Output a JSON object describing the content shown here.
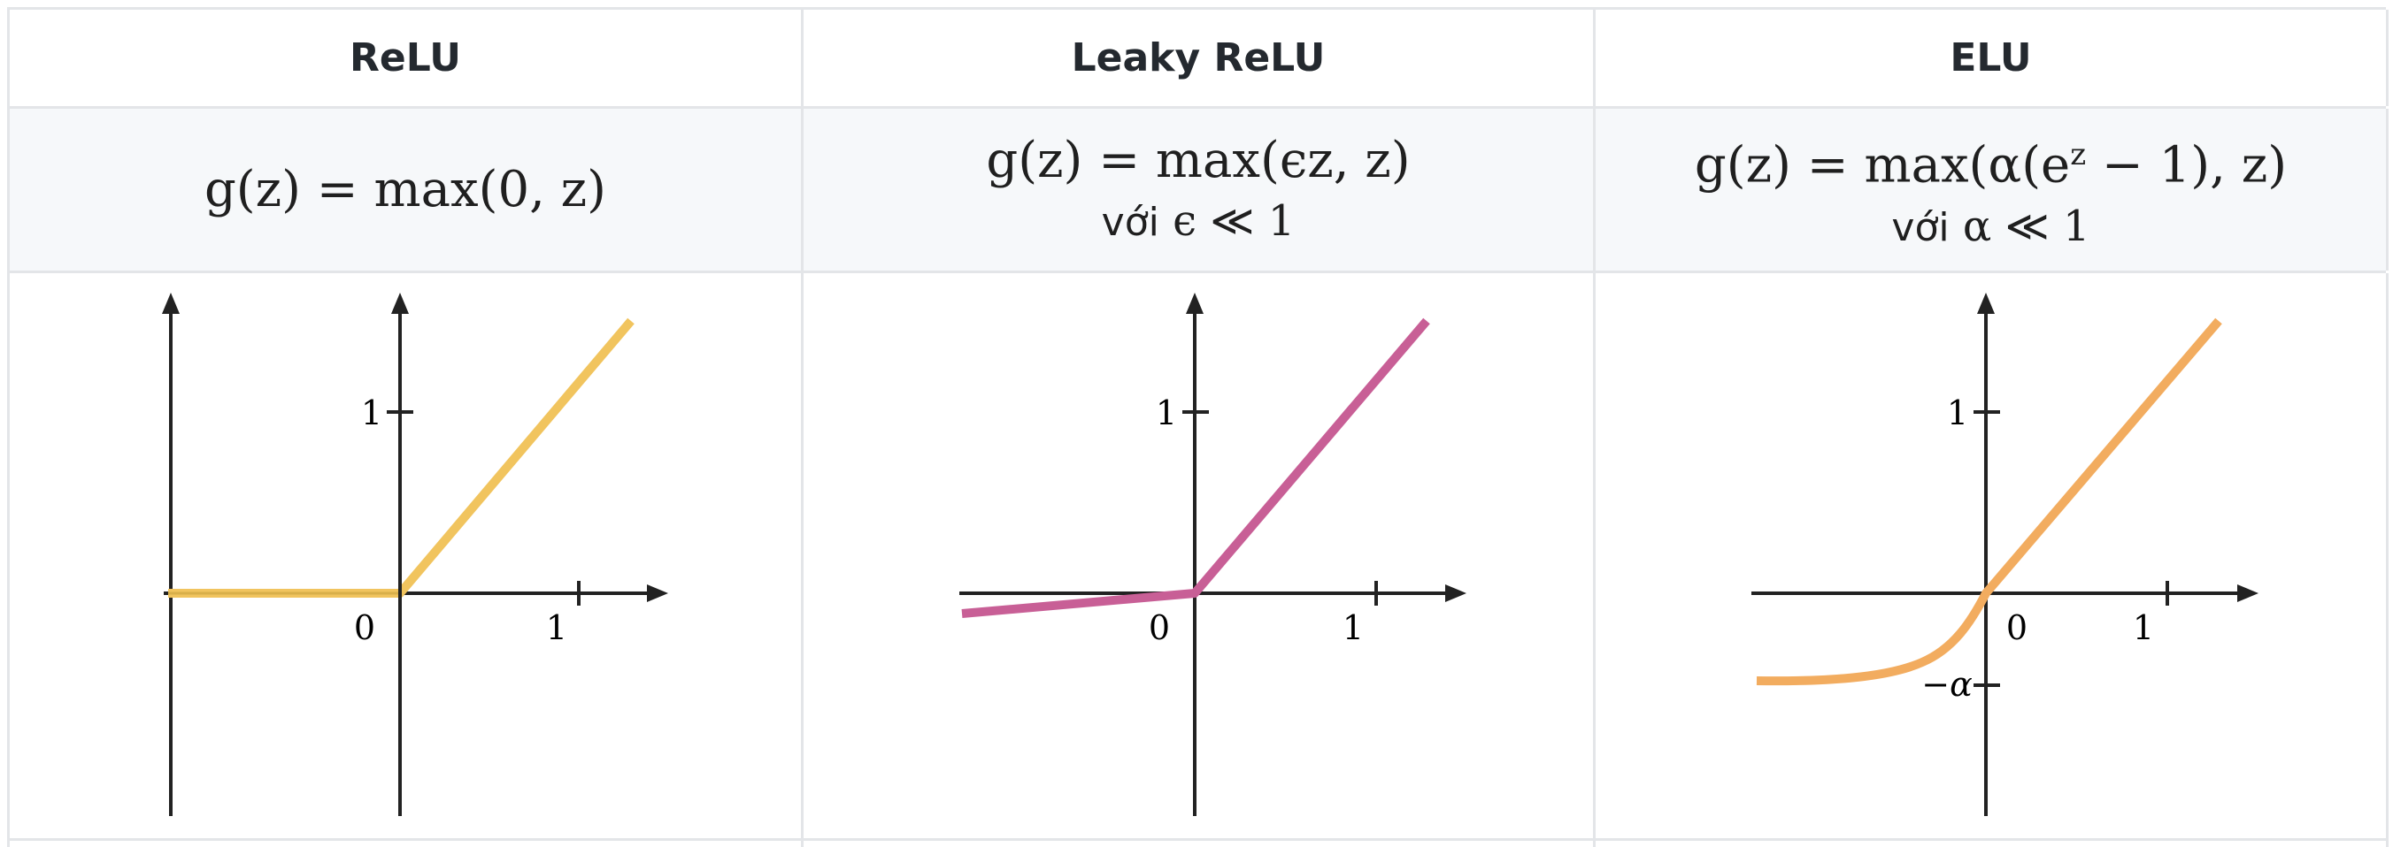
{
  "columns": [
    {
      "name": "ReLU",
      "formula": "g(z) = max(0, z)",
      "condition": null,
      "plot": {
        "x_tick_labels": [
          "0",
          "1"
        ],
        "y_tick_labels": [
          "1"
        ],
        "color": "#f1c45e"
      }
    },
    {
      "name": "Leaky ReLU",
      "formula": "g(z) = max(ϵz, z)",
      "condition": {
        "word": "với",
        "math": "ϵ ≪ 1"
      },
      "plot": {
        "x_tick_labels": [
          "0",
          "1"
        ],
        "y_tick_labels": [
          "1"
        ],
        "color": "#c85f96"
      }
    },
    {
      "name": "ELU",
      "formula": "g(z) = max(α(e^z − 1), z)",
      "formula_parts": {
        "before": "g(z) = max(α(e",
        "sup": "z",
        "after": " − 1), z)"
      },
      "condition": {
        "word": "với",
        "math": "α ≪ 1"
      },
      "plot": {
        "x_tick_labels": [
          "0",
          "1"
        ],
        "y_tick_labels": [
          "1",
          "−α"
        ],
        "color": "#f2ac5f"
      }
    }
  ],
  "colors": {
    "border": "#e3e5e8",
    "formula_row_bg": "#f6f8fa",
    "axis": "#222222"
  }
}
